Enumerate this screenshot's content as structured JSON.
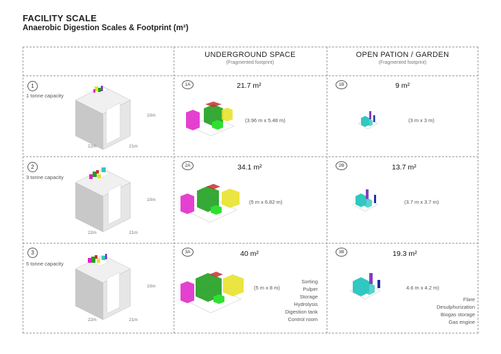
{
  "header": {
    "title": "FACILITY SCALE",
    "subtitle": "Anaerobic Digestion Scales & Footprint (m²)"
  },
  "columns": [
    {
      "title": "UNDERGROUND SPACE",
      "sub": "(Fragmented footprint)"
    },
    {
      "title": "OPEN PATION / GARDEN",
      "sub": "(Fragmented footprint)"
    }
  ],
  "rows": [
    {
      "num": "1",
      "capacity": "1 tonne capacity",
      "dims": {
        "height": "10m",
        "left": "22m",
        "right": "21m"
      },
      "under": {
        "tag": "1A",
        "area": "21.7 m²",
        "dims": "(3.96 m x 5.48 m)"
      },
      "open": {
        "tag": "1B",
        "area": "9 m²",
        "dims": "(3 m x 3 m)"
      }
    },
    {
      "num": "2",
      "capacity": "3 tonne capacity",
      "dims": {
        "height": "10m",
        "left": "22m",
        "right": "21m"
      },
      "under": {
        "tag": "2A",
        "area": "34.1 m²",
        "dims": "(5 m x 6.82 m)"
      },
      "open": {
        "tag": "2B",
        "area": "13.7 m²",
        "dims": "(3.7 m x 3.7 m)"
      }
    },
    {
      "num": "3",
      "capacity": "5 tonne capacity",
      "dims": {
        "height": "10m",
        "left": "22m",
        "right": "21m"
      },
      "under": {
        "tag": "3A",
        "area": "40 m²",
        "dims": "(5 m x 8 m)",
        "legend": [
          "Sorting",
          "Pulper",
          "Storage",
          "Hydrolysis",
          "Digestion tank",
          "Control room"
        ]
      },
      "open": {
        "tag": "3B",
        "area": "19.3 m²",
        "dims": "4.6 m x 4.2 m)",
        "legend": [
          "Flare",
          "Desulphurization",
          "Biogas storage",
          "Gas engine"
        ]
      }
    }
  ],
  "colors": {
    "sorting": "#e020c8",
    "pulper": "#c83030",
    "storage": "#e8e020",
    "hydrolysis": "#20a020",
    "digestion": "#30e030",
    "cyan": "#30c8c0",
    "purple": "#8040c0",
    "navy": "#2030a0",
    "building": "#d8d8d8"
  }
}
